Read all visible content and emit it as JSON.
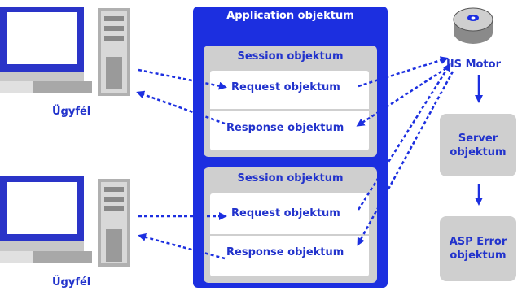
{
  "application": {
    "title": "Application objektum"
  },
  "sessions": [
    {
      "title": "Session objektum",
      "request": "Request objektum",
      "response": "Response objektum"
    },
    {
      "title": "Session objektum",
      "request": "Request objektum",
      "response": "Response objektum"
    }
  ],
  "clients": [
    {
      "label": "Ügyfél"
    },
    {
      "label": "Ügyfél"
    }
  ],
  "server_side": {
    "iis": "IIS Motor",
    "server": "Server objektum",
    "asp_error": "ASP Error objektum"
  },
  "colors": {
    "app_blue": "#1c2fe0",
    "text_blue": "#2233cc",
    "box_gray": "#cfcfcf"
  }
}
